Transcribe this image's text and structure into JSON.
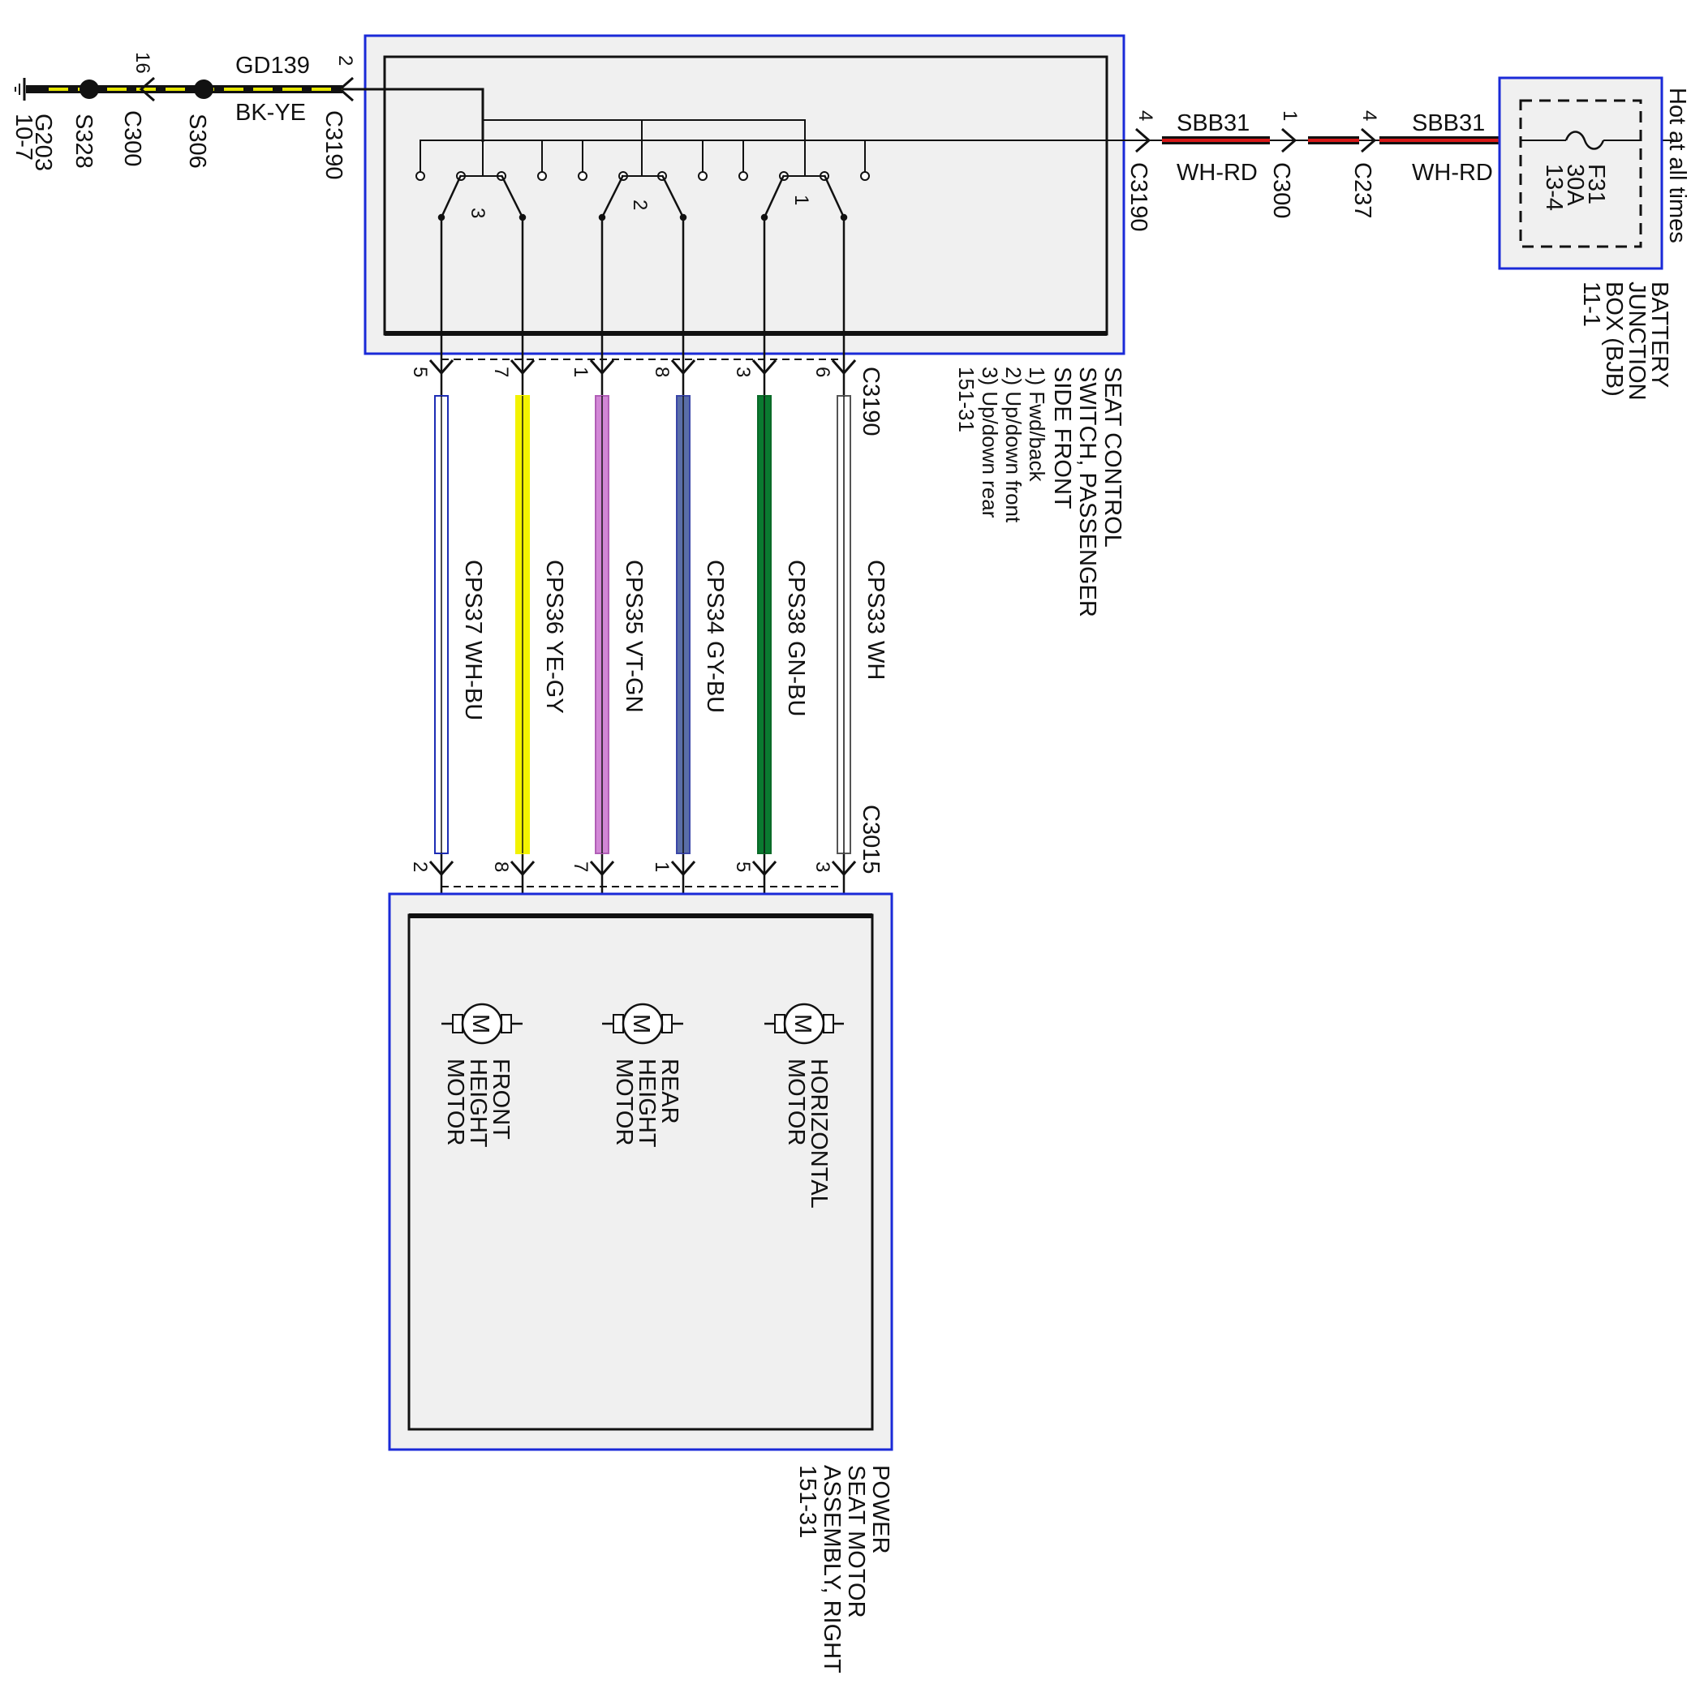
{
  "ground": {
    "ground_id": "G203",
    "ground_ref": "10-7",
    "splice_a": "S328",
    "splice_b": "S306",
    "connector": "C300",
    "connector_pin": "16",
    "wire_circuit": "GD139",
    "wire_color": "BK-YE",
    "switch_connector": "C3190",
    "switch_connector_pin": "2"
  },
  "power_feed": {
    "switch_pin": "4",
    "switch_connector": "C3190",
    "wire1_circuit": "SBB31",
    "wire1_color": "WH-RD",
    "c300_pin": "1",
    "c300": "C300",
    "c237_pin": "4",
    "c237": "C237",
    "wire2_circuit": "SBB31",
    "wire2_color": "WH-RD"
  },
  "fuse": {
    "name": "F31",
    "rating": "30A",
    "ref": "13-4",
    "hot_label": "Hot at all times",
    "box_line1": "BATTERY",
    "box_line2": "JUNCTION",
    "box_line3": "BOX (BJB)",
    "box_ref": "11-1"
  },
  "switch": {
    "line1": "SEAT CONTROL",
    "line2": "SWITCH, PASSENGER",
    "line3": "SIDE FRONT",
    "fn1": "1) Fwd/back",
    "fn2": "2) Up/down front",
    "fn3": "3) Up/down rear",
    "ref": "151-31",
    "sw_labels": [
      "3",
      "2",
      "1"
    ]
  },
  "top_connector": "C3190",
  "bottom_connector": "C3015",
  "wires": [
    {
      "circuit": "CPS37",
      "color": "WH-BU",
      "top_pin": "5",
      "bottom_pin": "2",
      "stripe": "#ffffff",
      "edge": "#1d2db5"
    },
    {
      "circuit": "CPS36",
      "color": "YE-GY",
      "top_pin": "7",
      "bottom_pin": "8",
      "stripe": "#f2f200",
      "edge": "#f2f200"
    },
    {
      "circuit": "CPS35",
      "color": "VT-GN",
      "top_pin": "1",
      "bottom_pin": "7",
      "stripe": "#d287d6",
      "edge": "#b05fb6"
    },
    {
      "circuit": "CPS34",
      "color": "GY-BU",
      "top_pin": "8",
      "bottom_pin": "1",
      "stripe": "#5a6ea8",
      "edge": "#3a46a8"
    },
    {
      "circuit": "CPS38",
      "color": "GN-BU",
      "top_pin": "3",
      "bottom_pin": "5",
      "stripe": "#0a7a30",
      "edge": "#0a6a28"
    },
    {
      "circuit": "CPS33",
      "color": "WH",
      "top_pin": "6",
      "bottom_pin": "3",
      "stripe": "#ffffff",
      "edge": "#555555"
    }
  ],
  "motors": [
    {
      "line1": "FRONT",
      "line2": "HEIGHT",
      "line3": "MOTOR",
      "symbol": "M"
    },
    {
      "line1": "REAR",
      "line2": "HEIGHT",
      "line3": "MOTOR",
      "symbol": "M"
    },
    {
      "line1": "HORIZONTAL",
      "line2": "MOTOR",
      "line3": "",
      "symbol": "M"
    }
  ],
  "seat_motor_assembly": {
    "line1": "POWER",
    "line2": "SEAT MOTOR",
    "line3": "ASSEMBLY, RIGHT",
    "ref": "151-31"
  },
  "colors": {
    "component_border": "#1a2ad8",
    "component_fill": "#f0f0f0",
    "ground_wire": "#e6e600",
    "power_wire": "#d81818"
  }
}
